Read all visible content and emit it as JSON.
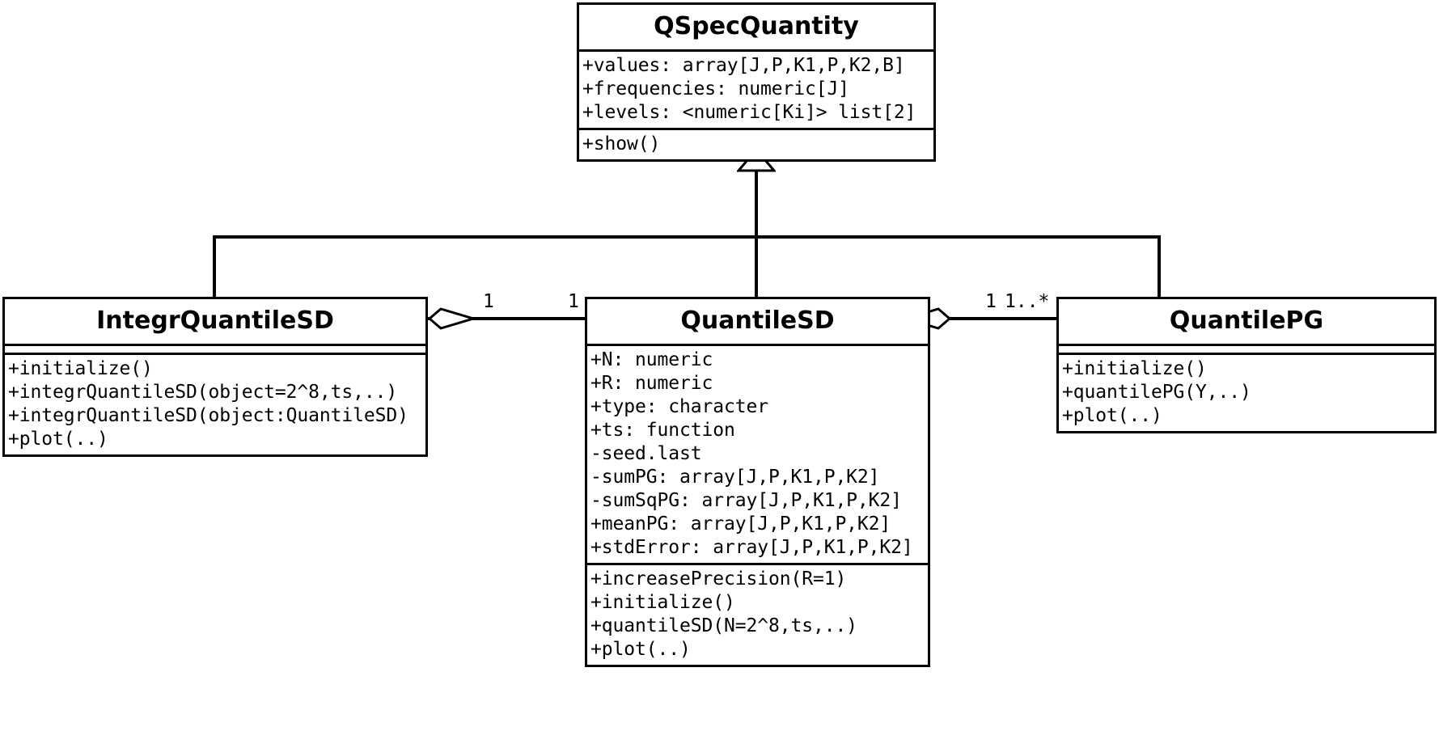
{
  "diagram": {
    "type": "uml-class-diagram",
    "background": "#ffffff",
    "stroke": "#000000"
  },
  "classes": {
    "qspecquantity": {
      "name": "QSpecQuantity",
      "attributes": [
        "+values: array[J,P,K1,P,K2,B]",
        "+frequencies: numeric[J]",
        "+levels: <numeric[Ki]> list[2]"
      ],
      "methods": [
        "+show()"
      ]
    },
    "integrquantilesd": {
      "name": "IntegrQuantileSD",
      "attributes": [],
      "methods": [
        "+initialize()",
        "+integrQuantileSD(object=2^8,ts,..)",
        "+integrQuantileSD(object:QuantileSD)",
        "+plot(..)"
      ]
    },
    "quantilesd": {
      "name": "QuantileSD",
      "attributes": [
        "+N: numeric",
        "+R: numeric",
        "+type: character",
        "+ts: function",
        "-seed.last",
        "-sumPG: array[J,P,K1,P,K2]",
        "-sumSqPG: array[J,P,K1,P,K2]",
        "+meanPG: array[J,P,K1,P,K2]",
        "+stdError: array[J,P,K1,P,K2]"
      ],
      "methods": [
        "+increasePrecision(R=1)",
        "+initialize()",
        "+quantileSD(N=2^8,ts,..)",
        "+plot(..)"
      ]
    },
    "quantilepg": {
      "name": "QuantilePG",
      "attributes": [],
      "methods": [
        "+initialize()",
        "+quantilePG(Y,..)",
        "+plot(..)"
      ]
    }
  },
  "relationships": {
    "generalization": {
      "kind": "generalization",
      "target": "QSpecQuantity",
      "sources": [
        "IntegrQuantileSD",
        "QuantileSD",
        "QuantilePG"
      ]
    },
    "aggregation_left": {
      "kind": "aggregation",
      "whole": "IntegrQuantileSD",
      "part": "QuantileSD",
      "multiplicity_whole": "1",
      "multiplicity_part": "1"
    },
    "aggregation_right": {
      "kind": "aggregation",
      "whole": "QuantileSD",
      "part": "QuantilePG",
      "multiplicity_whole": "1",
      "multiplicity_part": "1..*"
    }
  }
}
